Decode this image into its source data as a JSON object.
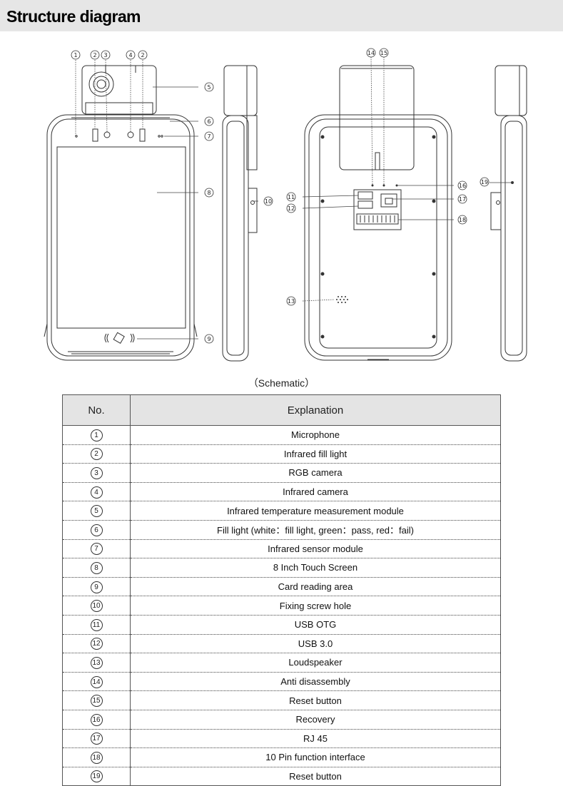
{
  "header": {
    "title": "Structure diagram"
  },
  "caption": "（Schematic）",
  "table": {
    "col_no": "No.",
    "col_explanation": "Explanation",
    "rows": [
      {
        "no": "1",
        "text": "Microphone"
      },
      {
        "no": "2",
        "text": "Infrared fill light"
      },
      {
        "no": "3",
        "text": "RGB camera"
      },
      {
        "no": "4",
        "text": "Infrared camera"
      },
      {
        "no": "5",
        "text": "Infrared temperature measurement module"
      },
      {
        "no": "6",
        "text": "Fill light (white：fill  light, green：pass, red：fail)"
      },
      {
        "no": "7",
        "text": "Infrared sensor module"
      },
      {
        "no": "8",
        "text": "8 Inch Touch Screen"
      },
      {
        "no": "9",
        "text": "Card reading area"
      },
      {
        "no": "10",
        "text": "Fixing screw hole"
      },
      {
        "no": "11",
        "text": "USB OTG"
      },
      {
        "no": "12",
        "text": "USB 3.0"
      },
      {
        "no": "13",
        "text": "Loudspeaker"
      },
      {
        "no": "14",
        "text": "Anti disassembly"
      },
      {
        "no": "15",
        "text": "Reset button"
      },
      {
        "no": "16",
        "text": "Recovery"
      },
      {
        "no": "17",
        "text": "RJ 45"
      },
      {
        "no": "18",
        "text": "10 Pin function interface"
      },
      {
        "no": "19",
        "text": "Reset button"
      }
    ]
  },
  "callouts": {
    "c1": "1",
    "c2": "2",
    "c3": "3",
    "c4": "4",
    "c5": "5",
    "c6": "6",
    "c7": "7",
    "c8": "8",
    "c9": "9",
    "c10": "10",
    "c11": "11",
    "c12": "12",
    "c13": "13",
    "c14": "14",
    "c15": "15",
    "c16": "16",
    "c17": "17",
    "c18": "18",
    "c19": "19"
  }
}
